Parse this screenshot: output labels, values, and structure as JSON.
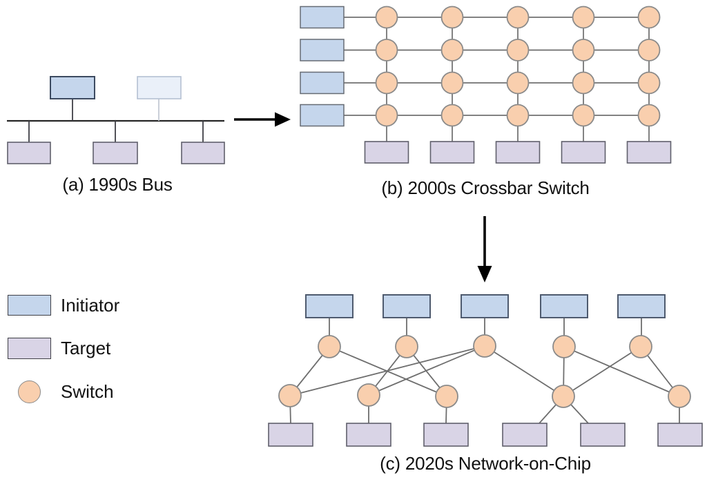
{
  "captions": {
    "a": "(a) 1990s Bus",
    "b": "(b) 2000s Crossbar Switch",
    "c": "(c) 2020s Network-on-Chip"
  },
  "legend": {
    "items": [
      {
        "label": "Initiator",
        "shape": "rect",
        "color": "#c5d6ec"
      },
      {
        "label": "Target",
        "shape": "rect",
        "color": "#d9d4e6"
      },
      {
        "label": "Switch",
        "shape": "circle",
        "color": "#f9cfae"
      }
    ]
  },
  "colors": {
    "initiator": "#c5d6ec",
    "initiator-faded": "#eaf0f9",
    "target": "#d9d4e6",
    "switch": "#f9cfae",
    "edge": "#6e6e6e",
    "bus": "#262626",
    "arrow": "#000000",
    "text": "#111111"
  },
  "panels": {
    "a": {
      "name": "1990s Bus",
      "initiator_count": 2,
      "faded_initiator_count": 1,
      "target_count": 3
    },
    "b": {
      "name": "2000s Crossbar Switch",
      "initiator_count": 4,
      "switch_count": 20,
      "switch_grid": "4x5",
      "target_count": 5
    },
    "c": {
      "name": "2020s Network-on-Chip",
      "initiator_count": 5,
      "switch_count": 10,
      "target_count": 6
    }
  }
}
